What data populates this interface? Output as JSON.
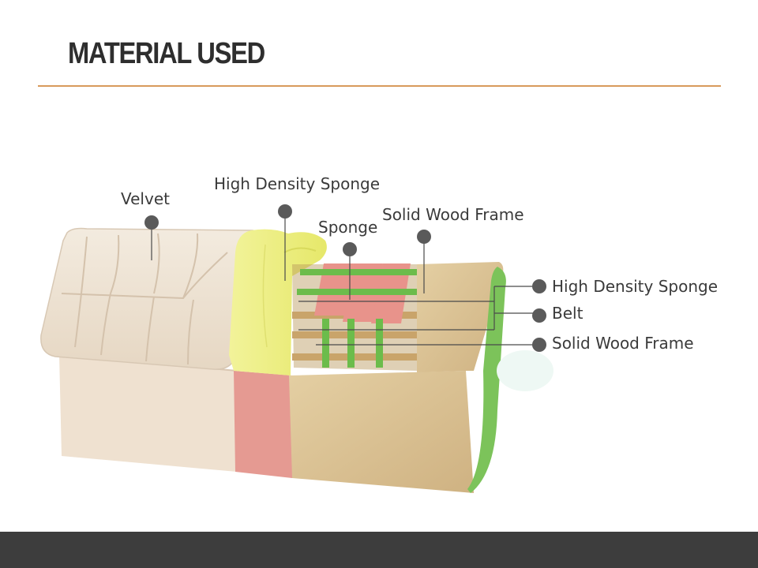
{
  "slide": {
    "title": "MATERIAL USED"
  },
  "callouts": {
    "velvet": "Velvet",
    "high_density_sponge_top": "High Density Sponge",
    "sponge": "Sponge",
    "solid_wood_frame_top": "Solid Wood Frame",
    "high_density_sponge_right": "High Density Sponge",
    "belt": "Belt",
    "solid_wood_frame_right": "Solid Wood Frame"
  },
  "colors": {
    "title": "#2e2e2e",
    "divider": "#d89a5b",
    "footer": "#3d3d3d",
    "callout_dot": "#5a5a5a",
    "velvet": "#eee2d2",
    "high_density_sponge": "#eef07a",
    "sponge_pink": "#e39089",
    "wood_frame": "#d9bf8e",
    "belt_green": "#7cc35a"
  }
}
